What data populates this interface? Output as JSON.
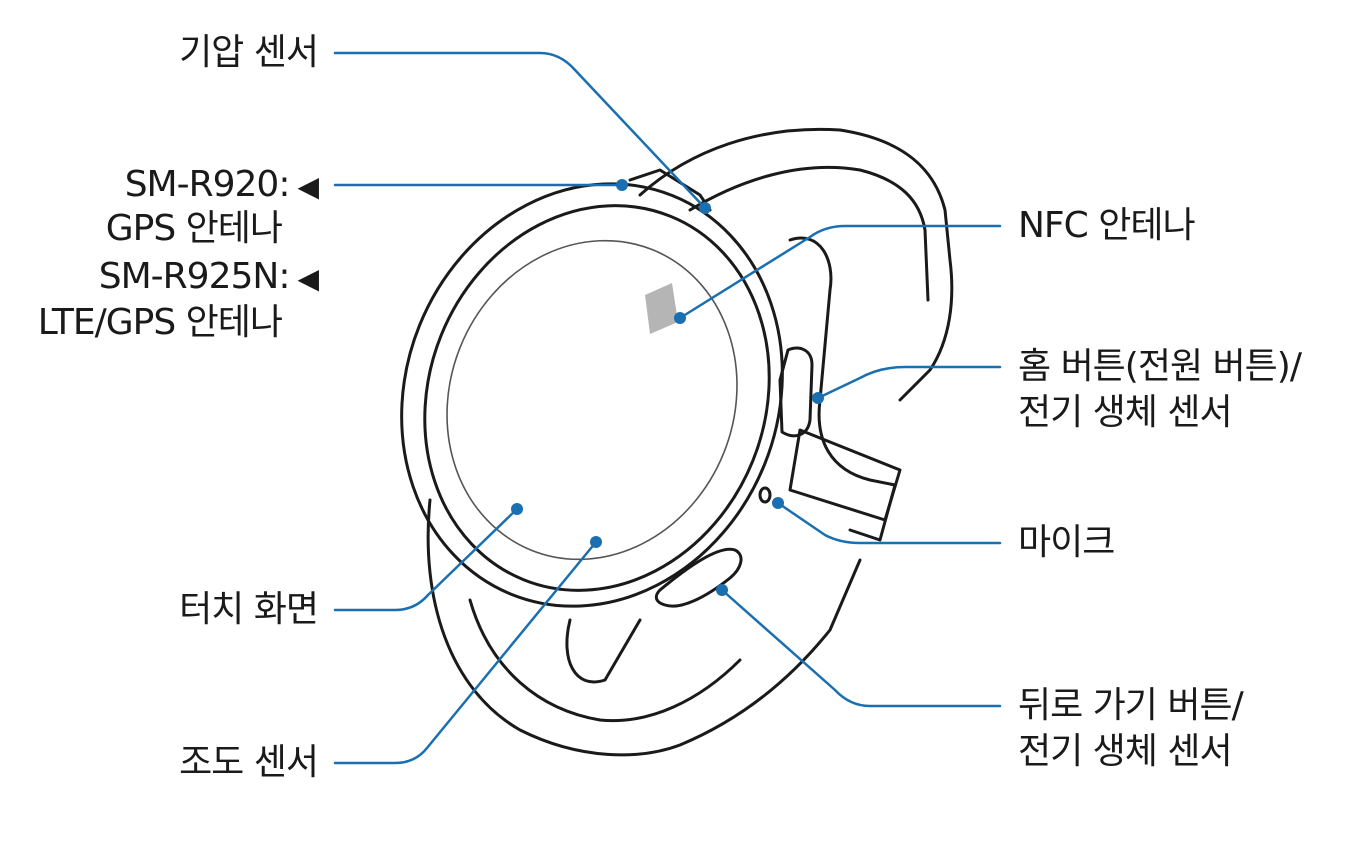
{
  "labels": {
    "barometer": "기압 센서",
    "gps_920_line1": "SM-R920:",
    "gps_920_line2": "GPS 안테나",
    "gps_925_line1": "SM-R925N:",
    "gps_925_line2": "LTE/GPS 안테나",
    "nfc": "NFC 안테나",
    "home_line1": "홈 버튼(전원 버튼)/",
    "home_line2": "전기 생체 센서",
    "mic": "마이크",
    "touch": "터치 화면",
    "light": "조도 센서",
    "back_line1": "뒤로 가기 버튼/",
    "back_line2": "전기 생체 센서"
  },
  "icons": {
    "pointer": "◀"
  },
  "colors": {
    "leader": "#1a6fb0",
    "outline": "#1a1a1a",
    "nfc_patch": "#b5b5b5"
  }
}
